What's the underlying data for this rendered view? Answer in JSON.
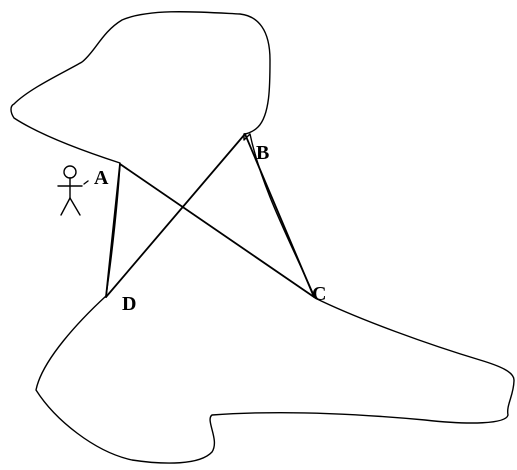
{
  "points": {
    "A": {
      "label": "A"
    },
    "B": {
      "label": "B"
    },
    "C": {
      "label": "C"
    },
    "D": {
      "label": "D"
    }
  },
  "figure": {
    "segments": [
      "AD",
      "AC",
      "BD",
      "BC"
    ],
    "observer": "person-at-A"
  }
}
